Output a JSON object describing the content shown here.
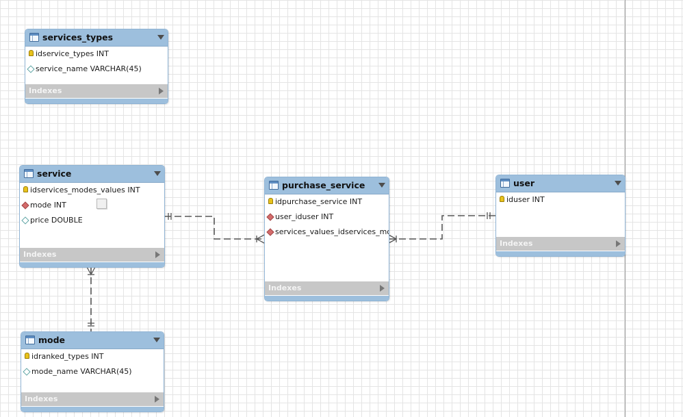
{
  "tables": [
    {
      "name": "services_types",
      "columns": [
        {
          "text": "idservice_types INT",
          "kind": "key"
        },
        {
          "text": "service_name VARCHAR(45)",
          "kind": "attr"
        }
      ],
      "footer": "Indexes"
    },
    {
      "name": "service",
      "columns": [
        {
          "text": "idservices_modes_values INT",
          "kind": "key"
        },
        {
          "text": "mode INT",
          "kind": "fk"
        },
        {
          "text": "price DOUBLE",
          "kind": "attr"
        }
      ],
      "footer": "Indexes"
    },
    {
      "name": "purchase_service",
      "columns": [
        {
          "text": "idpurchase_service INT",
          "kind": "key"
        },
        {
          "text": "user_iduser INT",
          "kind": "fk"
        },
        {
          "text": "services_values_idservices_mo...",
          "kind": "fk"
        }
      ],
      "footer": "Indexes"
    },
    {
      "name": "user",
      "columns": [
        {
          "text": "iduser INT",
          "kind": "key"
        }
      ],
      "footer": "Indexes"
    },
    {
      "name": "mode",
      "columns": [
        {
          "text": "idranked_types INT",
          "kind": "key"
        },
        {
          "text": "mode_name VARCHAR(45)",
          "kind": "attr"
        }
      ],
      "footer": "Indexes"
    }
  ],
  "relationships": [
    {
      "from": "service",
      "to": "purchase_service",
      "from_cardinality": "one",
      "to_cardinality": "many"
    },
    {
      "from": "user",
      "to": "purchase_service",
      "from_cardinality": "one",
      "to_cardinality": "many"
    },
    {
      "from": "mode",
      "to": "service",
      "from_cardinality": "one",
      "to_cardinality": "many"
    }
  ],
  "colors": {
    "header": "#9dbfdd",
    "footer": "#c7c7c7",
    "grid": "#e4e4e4",
    "connector": "#555555"
  }
}
